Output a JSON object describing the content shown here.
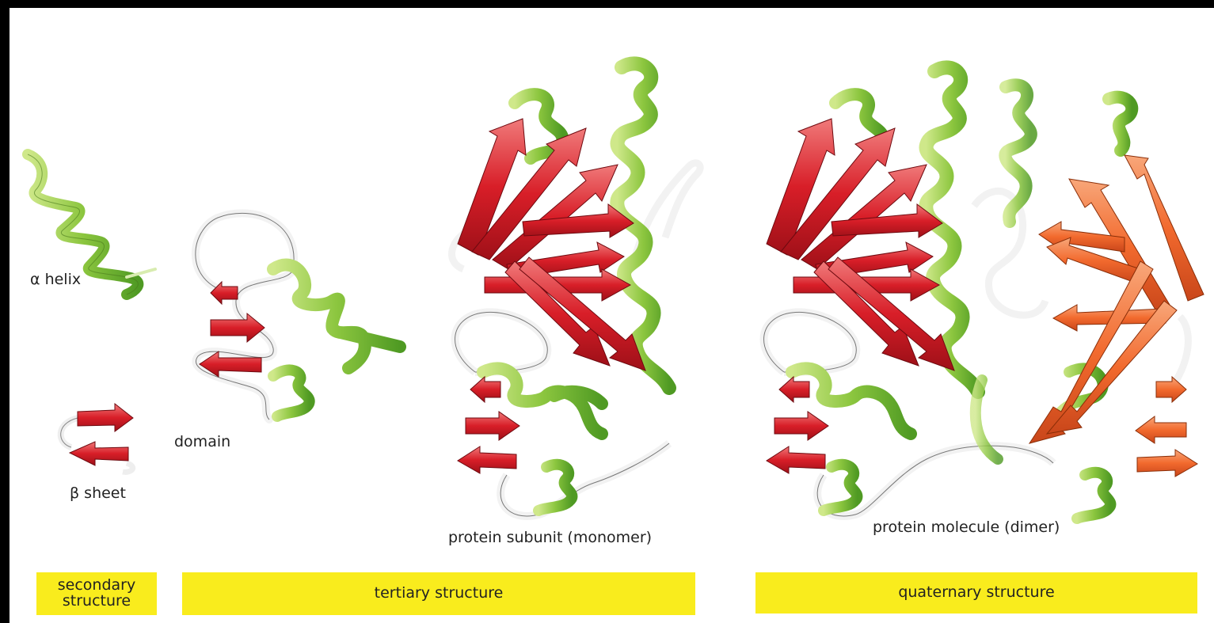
{
  "labels": {
    "alpha_helix": "α helix",
    "beta_sheet": "β sheet",
    "domain": "domain",
    "monomer": "protein subunit (monomer)",
    "dimer": "protein molecule (dimer)"
  },
  "bands": {
    "secondary": "secondary structure",
    "tertiary": "tertiary structure",
    "quaternary": "quaternary structure"
  },
  "colors": {
    "helix_green": "#8cc63f",
    "strand_red": "#d81e28",
    "strand_orange": "#f26a2e",
    "band_yellow": "#f9ec1d"
  }
}
